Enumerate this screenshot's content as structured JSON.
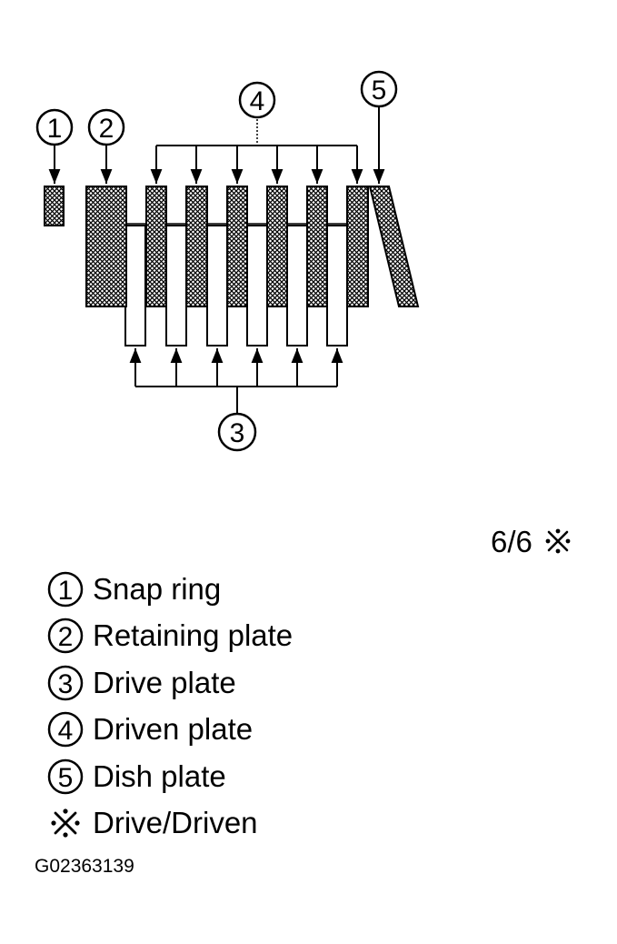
{
  "callouts": {
    "snap_ring": "1",
    "retaining_plate": "2",
    "drive_plate": "3",
    "driven_plate": "4",
    "dish_plate": "5"
  },
  "ratio": {
    "label": "6/6",
    "symbol_icon": "cross-asterisk-icon"
  },
  "legend": {
    "items": [
      {
        "badge": "1",
        "label": "Snap ring"
      },
      {
        "badge": "2",
        "label": "Retaining plate"
      },
      {
        "badge": "3",
        "label": "Drive plate"
      },
      {
        "badge": "4",
        "label": "Driven plate"
      },
      {
        "badge": "5",
        "label": "Dish plate"
      },
      {
        "badge_icon": "cross-asterisk-icon",
        "label": "Drive/Driven"
      }
    ]
  },
  "figure_code": "G02363139",
  "colors": {
    "ink": "#000000",
    "paper": "#ffffff"
  }
}
